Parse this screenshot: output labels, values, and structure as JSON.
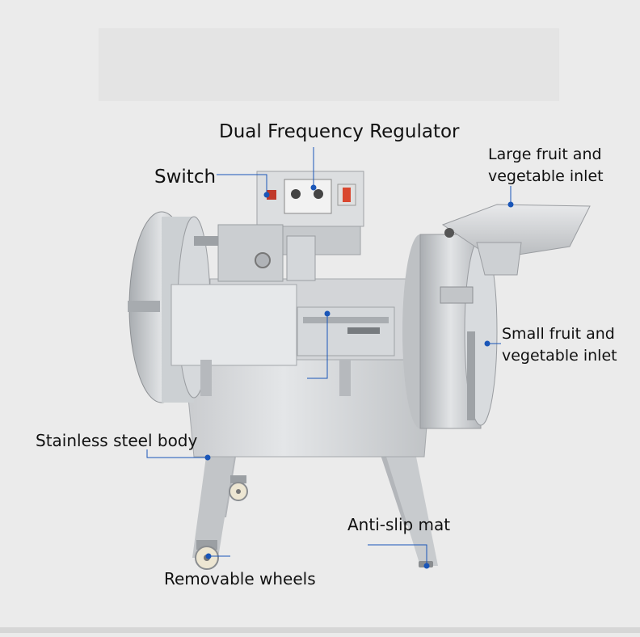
{
  "labels": {
    "regulator": "Dual Frequency Regulator",
    "switch": "Switch",
    "large_inlet_line1": "Large fruit and",
    "large_inlet_line2": "vegetable inlet",
    "small_inlet_line1": "Small fruit and",
    "small_inlet_line2": "vegetable inlet",
    "body": "Stainless steel body",
    "mat": "Anti-slip mat",
    "wheels": "Removable wheels"
  },
  "colors": {
    "background": "#ebebeb",
    "leader_line": "#1a56b8",
    "label_text": "#111111",
    "steel_light": "#d9dbdd",
    "steel_mid": "#b9bcbf",
    "steel_dark": "#8e9296"
  }
}
